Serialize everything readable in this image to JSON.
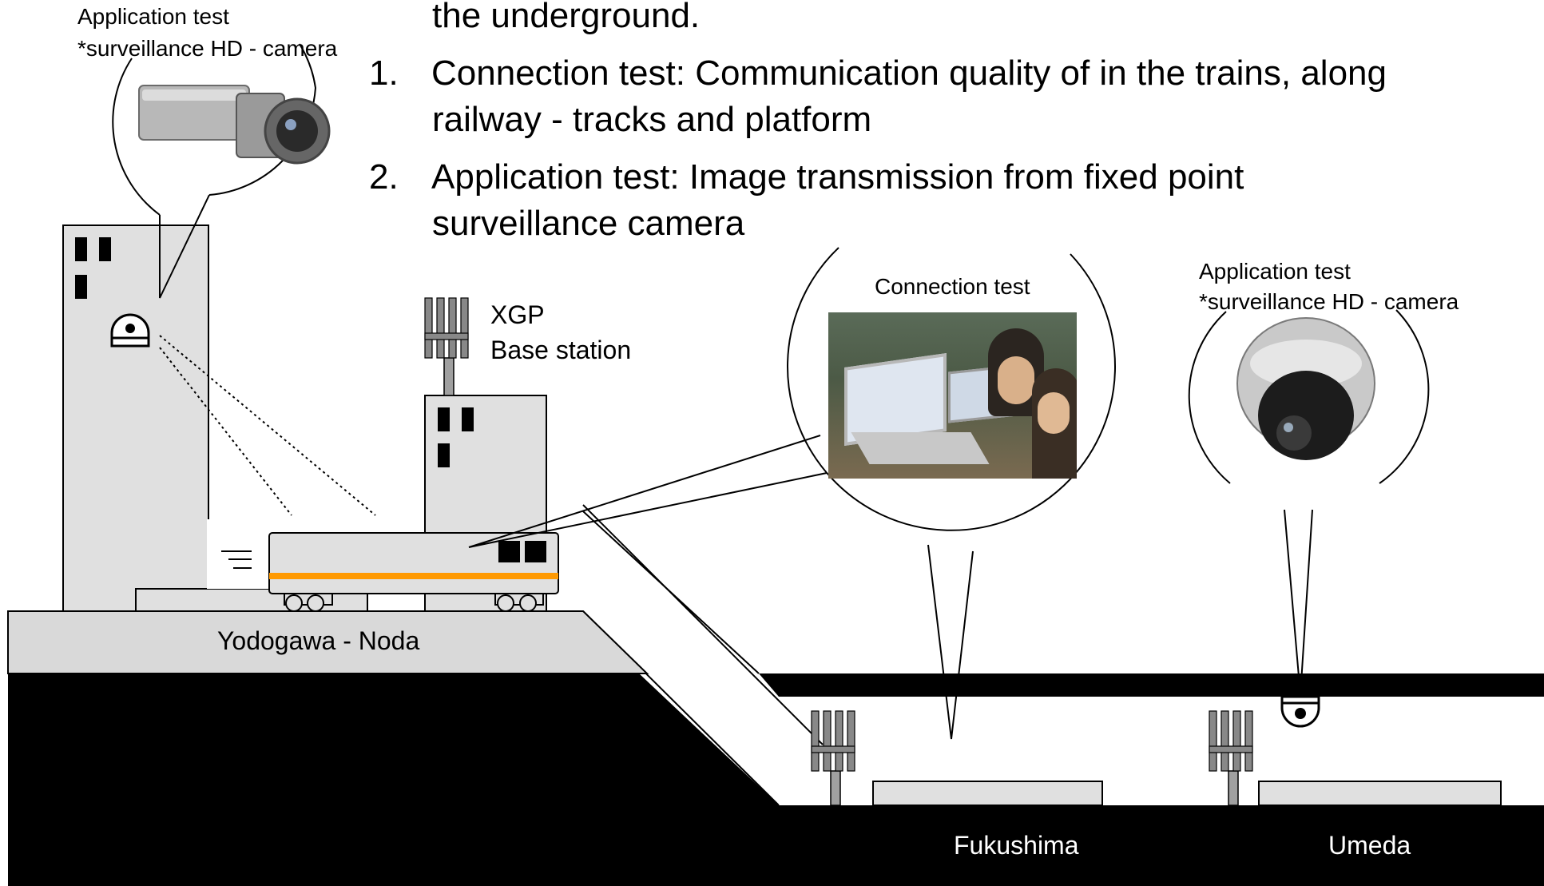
{
  "intro_text": "the underground.",
  "test_items": [
    {
      "number": "1.",
      "line1": "Connection test:  Communication quality of in the trains, along",
      "line2": "railway - tracks and platform"
    },
    {
      "number": "2.",
      "line1": "Application test:  Image transmission from fixed point",
      "line2": "surveillance camera"
    }
  ],
  "callouts": {
    "left_camera": {
      "line1": "Application test",
      "line2": "*surveillance HD - camera"
    },
    "right_camera": {
      "line1": "Application test",
      "line2": "*surveillance HD - camera"
    },
    "connection": {
      "label": "Connection test"
    }
  },
  "base_station": {
    "line1": "XGP",
    "line2": "Base station"
  },
  "stations": {
    "yodogawa_noda": "Yodogawa - Noda",
    "fukushima": "Fukushima",
    "umeda": "Umeda"
  },
  "colors": {
    "building_fill": "#e0e0e0",
    "ground_fill": "#d9d9d9",
    "underground": "#000000",
    "train_stripe": "#ff9900",
    "platform_fill": "#e0e0e0"
  },
  "icons": [
    "antenna-icon",
    "dome-camera-icon",
    "box-camera-icon"
  ]
}
